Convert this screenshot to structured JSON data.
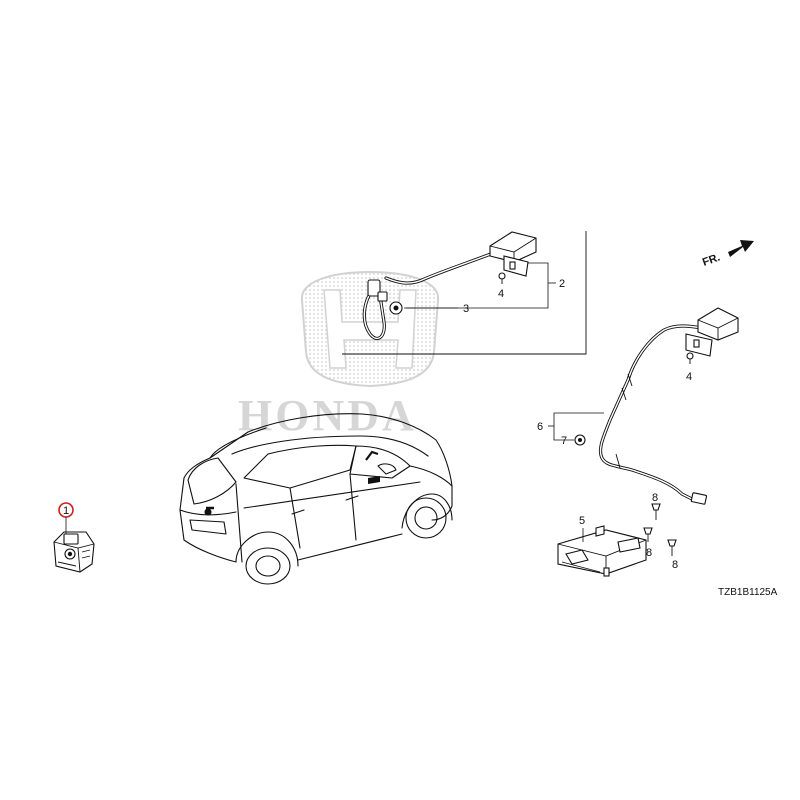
{
  "watermark": {
    "brand": "HONDA"
  },
  "direction": {
    "label": "FR."
  },
  "diagram_code": "TZB1B1125A",
  "callouts": {
    "c1": "1",
    "c2": "2",
    "c3": "3",
    "c4a": "4",
    "c4b": "4",
    "c5": "5",
    "c6": "6",
    "c7": "7",
    "c8a": "8",
    "c8b": "8",
    "c8c": "8"
  },
  "colors": {
    "highlight_circle": "#cc1f1f",
    "line": "#111111",
    "watermark": "#d6d6d6"
  }
}
